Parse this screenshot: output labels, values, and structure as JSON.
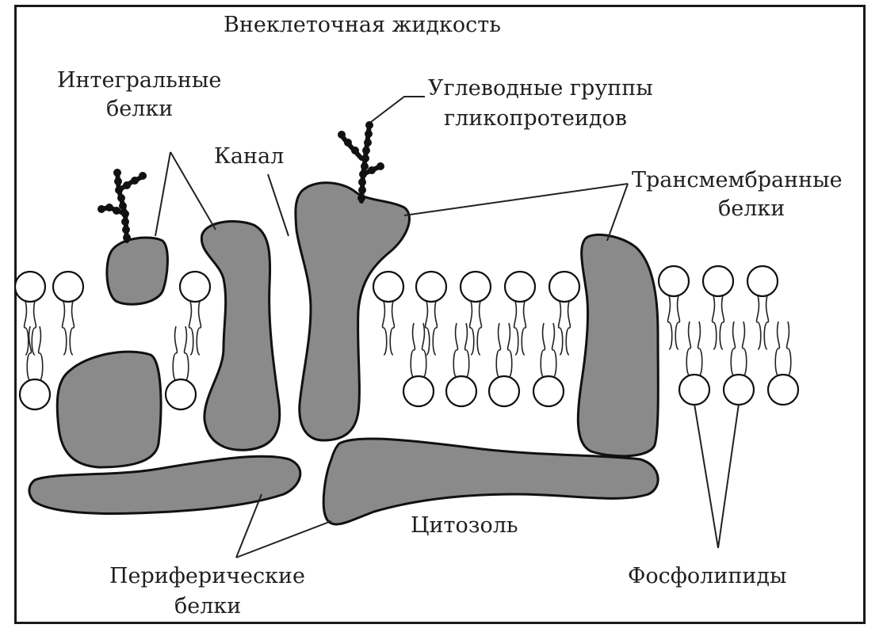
{
  "labels": {
    "extracellular_fluid": "Внеклеточная жидкость",
    "integral_proteins_line1": "Интегральные",
    "integral_proteins_line2": "белки",
    "channel": "Канал",
    "carbohydrate_groups_line1": "Углеводные группы",
    "carbohydrate_groups_line2": "гликопротеидов",
    "transmembrane_proteins_line1": "Трансмембранные",
    "transmembrane_proteins_line2": "белки",
    "cytosol": "Цитозоль",
    "peripheral_proteins_line1": "Периферические",
    "peripheral_proteins_line2": "белки",
    "phospholipids": "Фосфолипиды"
  },
  "colors": {
    "protein_fill": "#8a8a8a",
    "outline": "#111111",
    "background": "#ffffff"
  }
}
